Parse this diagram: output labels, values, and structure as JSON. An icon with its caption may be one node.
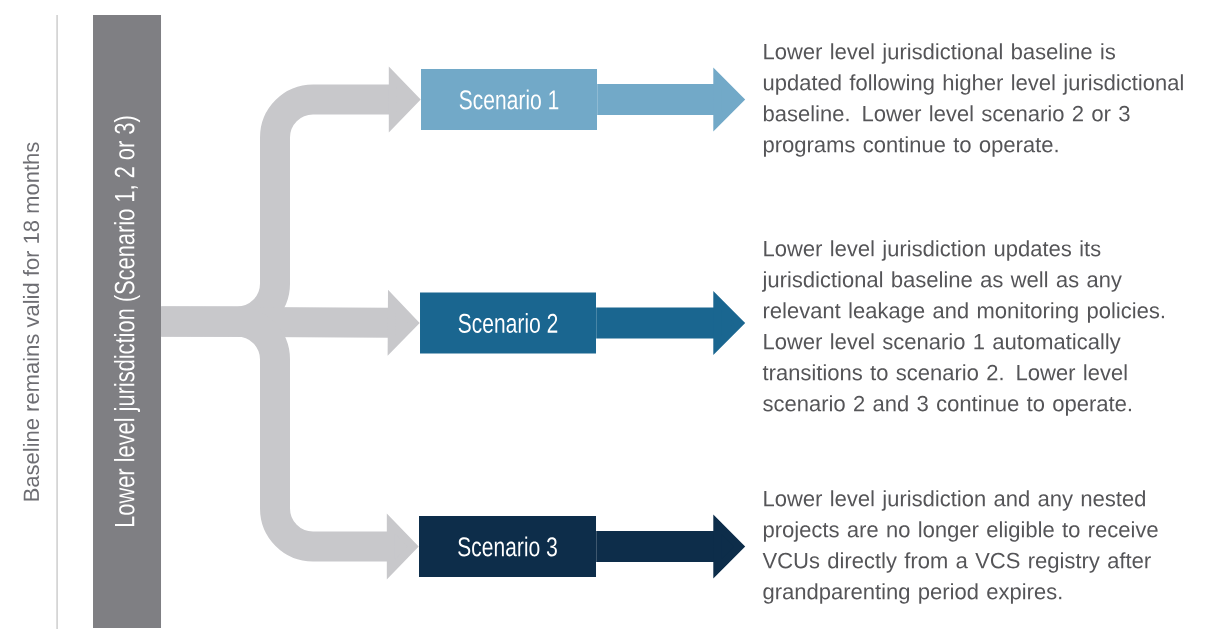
{
  "diagram": {
    "nodes": [
      {
        "text": [
          "Lower level jurisdiction  (Scenario 1, 2 or 3)"
        ]
      },
      {
        "text": [
          "Scenario 1"
        ]
      },
      {
        "text": [
          "Scenario 2"
        ]
      },
      {
        "text": [
          "Scenario 3"
        ]
      },
      {
        "text": [
          "Lower level jurisdictional baseline is updated following higher level jurisdictional baseline. Lower level scenario 2 or 3 programs continue to operate."
        ]
      },
      {
        "text": [
          "Lower level jurisdiction updates its jurisdictional baseline as well as any relevant leakage and monitoring policies. Lower level scenario 1 automatically transitions to scenario 2. Lower level scenario 2 and 3 continue to operate."
        ]
      },
      {
        "text": [
          "Lower level jurisdiction and any nested projects are no longer eligible to receive VCUs directly from a VCS registry after grandparenting period expires."
        ]
      }
    ],
    "edges": [
      {
        "from": 0,
        "to": 1,
        "arrow": "to",
        "color": "#c8c8cb"
      },
      {
        "from": 0,
        "to": 2,
        "arrow": "to",
        "color": "#c8c8cb"
      },
      {
        "from": 0,
        "to": 3,
        "arrow": "to",
        "color": "#c8c8cb"
      },
      {
        "from": 1,
        "to": 4,
        "arrow": "to",
        "color": "#72a9c8"
      },
      {
        "from": 2,
        "to": 5,
        "arrow": "to",
        "color": "#1a6690"
      },
      {
        "from": 3,
        "to": 6,
        "arrow": "to",
        "color": "#0d2d4a"
      }
    ],
    "labels": [
      "Baseline remains valid for 18 months"
    ]
  }
}
